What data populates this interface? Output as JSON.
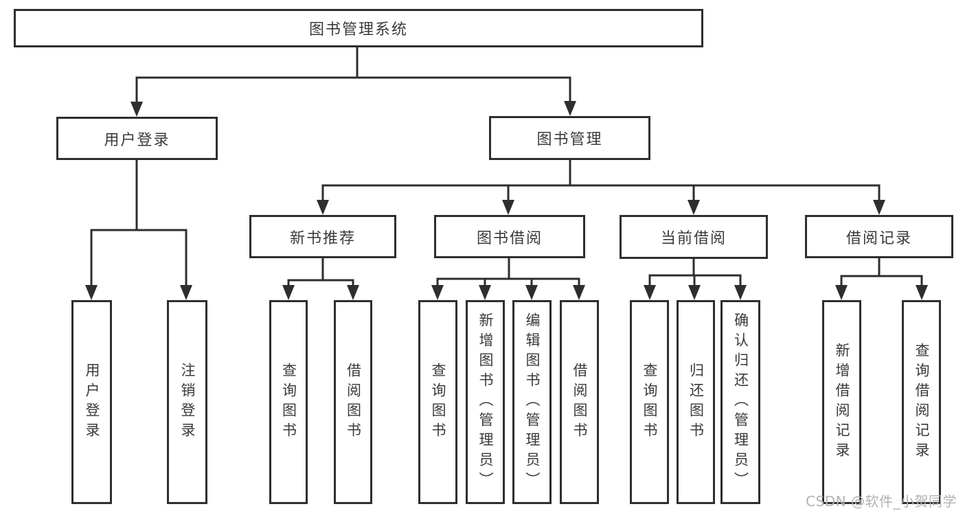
{
  "tree": {
    "root": {
      "label": "图书管理系统",
      "children": [
        {
          "label": "用户登录",
          "children": [
            {
              "label": "用户登录"
            },
            {
              "label": "注销登录"
            }
          ]
        },
        {
          "label": "图书管理",
          "children": [
            {
              "label": "新书推荐",
              "children": [
                {
                  "label": "查询图书"
                },
                {
                  "label": "借阅图书"
                }
              ]
            },
            {
              "label": "图书借阅",
              "children": [
                {
                  "label": "查询图书"
                },
                {
                  "label": "新增图书（管理员）"
                },
                {
                  "label": "编辑图书（管理员）"
                },
                {
                  "label": "借阅图书"
                }
              ]
            },
            {
              "label": "当前借阅",
              "children": [
                {
                  "label": "查询图书"
                },
                {
                  "label": "归还图书"
                },
                {
                  "label": "确认归还（管理员）"
                }
              ]
            },
            {
              "label": "借阅记录",
              "children": [
                {
                  "label": "新增借阅记录"
                },
                {
                  "label": "查询借阅记录"
                }
              ]
            }
          ]
        }
      ]
    }
  },
  "watermark": {
    "text": "CSDN @软件_小贺同学"
  },
  "colors": {
    "line": "#2e2e2e",
    "box_border": "#2e2e2e",
    "text": "#3a3a3a",
    "watermark": "#b2b2b2",
    "background": "#ffffff"
  }
}
